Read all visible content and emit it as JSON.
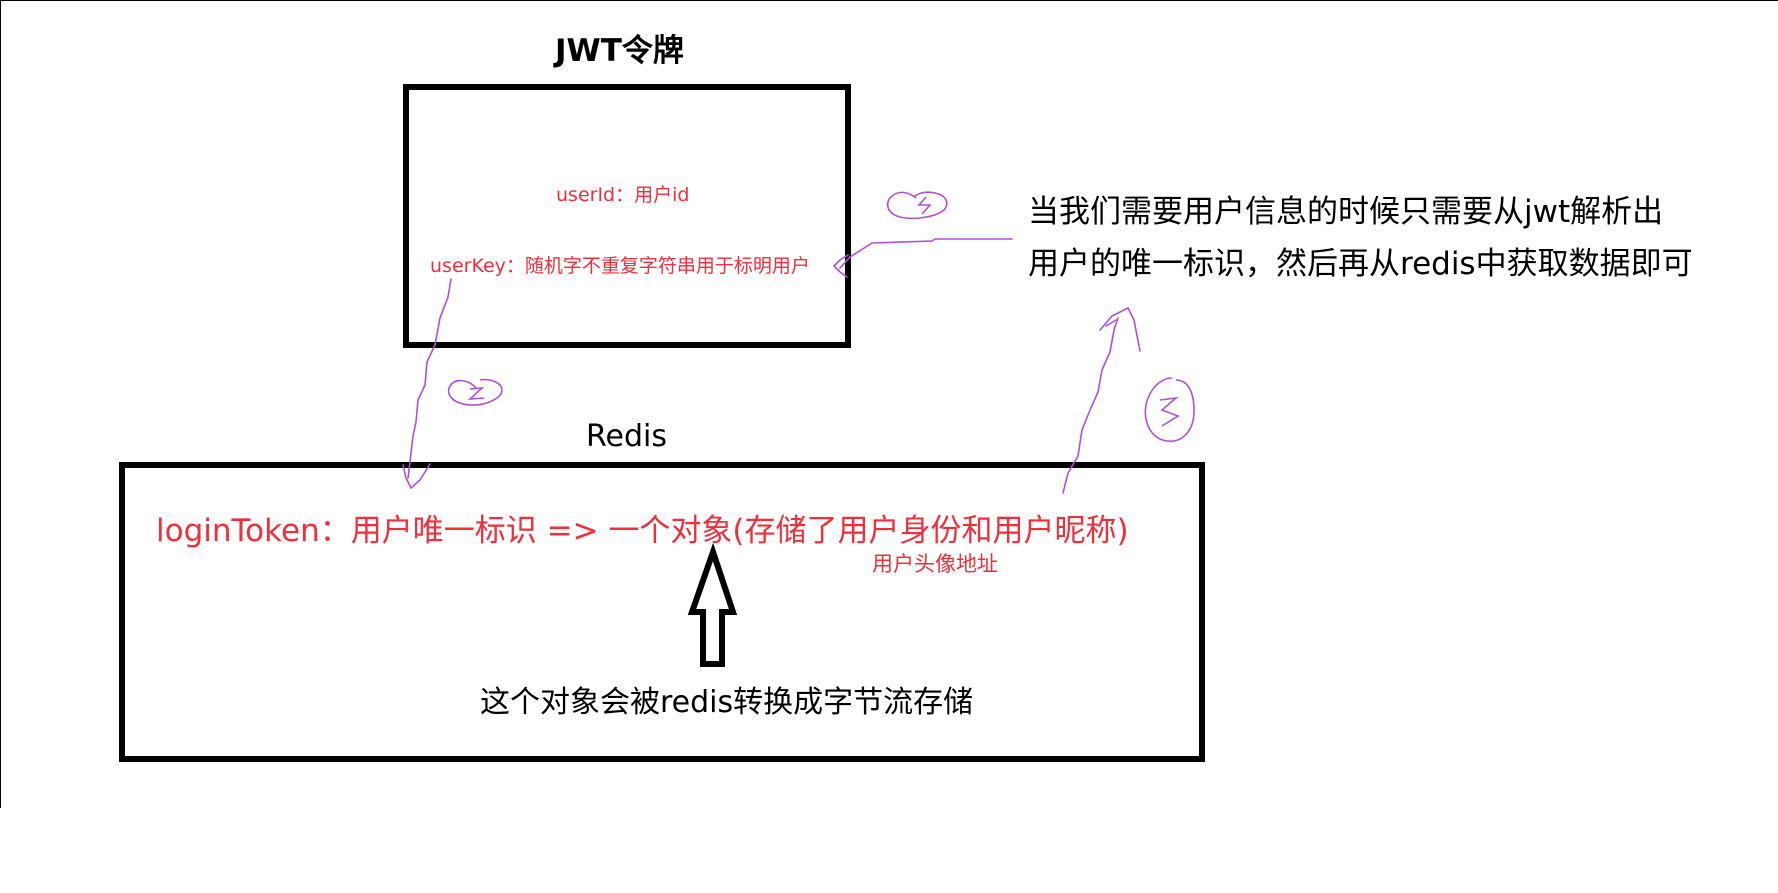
{
  "jwt": {
    "title": "JWT令牌",
    "userid": "userId：用户id",
    "userkey": "userKey：随机字不重复字符串用于标明用户"
  },
  "redis": {
    "title": "Redis",
    "login_token": "loginToken：用户唯一标识 => 一个对象(存储了用户身份和用户昵称)",
    "avatar": "用户头像地址",
    "serialization": "这个对象会被redis转换成字节流存储"
  },
  "note": {
    "line1": "当我们需要用户信息的时候只需要从jwt解析出",
    "line2": "用户的唯一标识，然后再从redis中获取数据即可"
  },
  "annotations": {
    "step_1": "1",
    "step_2": "2",
    "step_3": "3"
  },
  "colors": {
    "box_stroke": "#000000",
    "red_text": "#f22e3a",
    "purple_annotation": "#b04fd6"
  }
}
